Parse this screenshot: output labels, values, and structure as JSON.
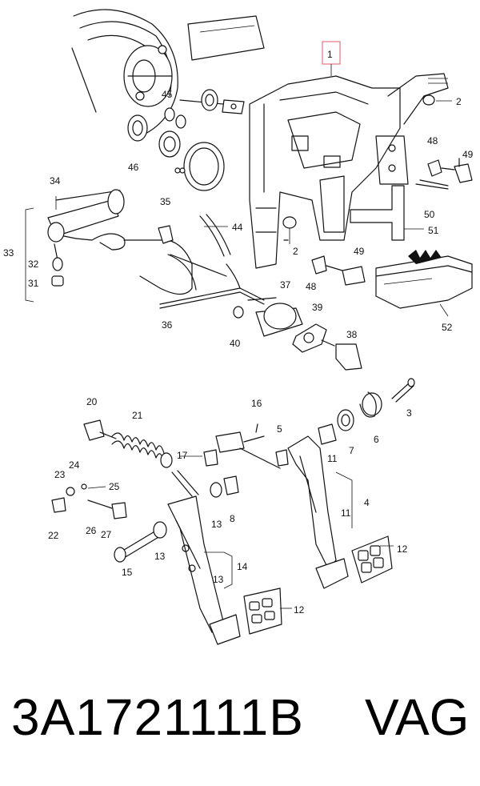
{
  "callouts": {
    "c1": "1",
    "c2a": "2",
    "c2b": "2",
    "c3": "3",
    "c4": "4",
    "c5": "5",
    "c6": "6",
    "c7": "7",
    "c8": "8",
    "c11a": "11",
    "c11b": "11",
    "c12a": "12",
    "c12b": "12",
    "c13a": "13",
    "c13b": "13",
    "c13c": "13",
    "c14": "14",
    "c15": "15",
    "c16": "16",
    "c17": "17",
    "c20": "20",
    "c21": "21",
    "c22": "22",
    "c23": "23",
    "c24": "24",
    "c25": "25",
    "c26": "26",
    "c27": "27",
    "c31": "31",
    "c32": "32",
    "c33": "33",
    "c34": "34",
    "c35": "35",
    "c36": "36",
    "c37": "37",
    "c38": "38",
    "c39": "39",
    "c40": "40",
    "c44": "44",
    "c45": "45",
    "c46": "46",
    "c48a": "48",
    "c48b": "48",
    "c49a": "49",
    "c49b": "49",
    "c50": "50",
    "c51": "51",
    "c52": "52"
  },
  "footer": {
    "part_number": "3A1721111B",
    "brand": "VAG"
  },
  "colors": {
    "highlight_box": "#e05a6e",
    "ink": "#111111"
  }
}
